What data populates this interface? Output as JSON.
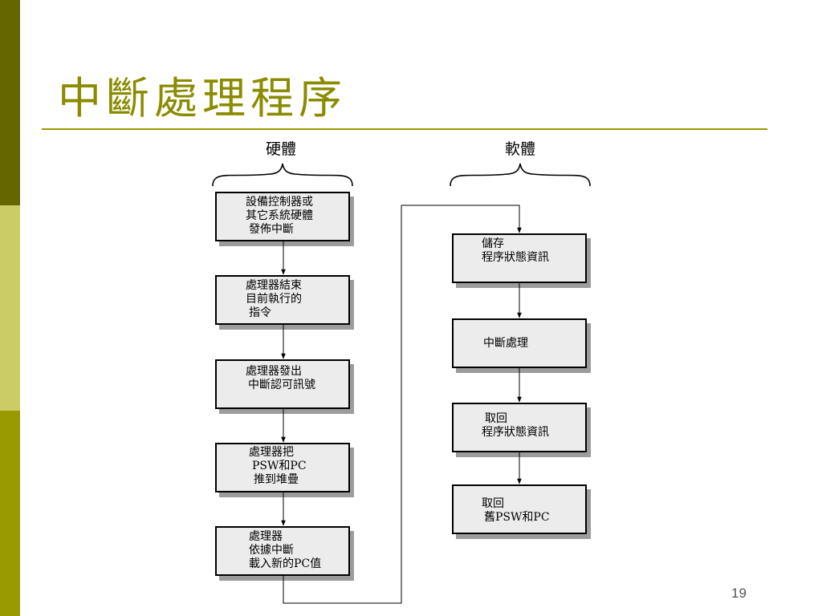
{
  "title": "中斷處理程序",
  "columns": {
    "hardware": "硬體",
    "software": "軟體"
  },
  "hardware_steps": [
    {
      "lines": [
        "設備控制器或",
        "其它系統硬體",
        "發佈中斷"
      ]
    },
    {
      "lines": [
        "處理器結束",
        "目前執行的",
        "指令"
      ]
    },
    {
      "lines": [
        "處理器發出",
        "中斷認可訊號"
      ]
    },
    {
      "lines": [
        "處理器把",
        "PSW和PC",
        "推到堆疊"
      ]
    },
    {
      "lines": [
        "處理器",
        "依據中斷",
        "載入新的PC值"
      ]
    }
  ],
  "software_steps": [
    {
      "lines": [
        "儲存",
        "程序狀態資訊"
      ]
    },
    {
      "lines": [
        "中斷處理"
      ]
    },
    {
      "lines": [
        "取回",
        "程序狀態資訊"
      ]
    },
    {
      "lines": [
        "取回",
        "舊PSW和PC"
      ]
    }
  ],
  "page_number": "19"
}
